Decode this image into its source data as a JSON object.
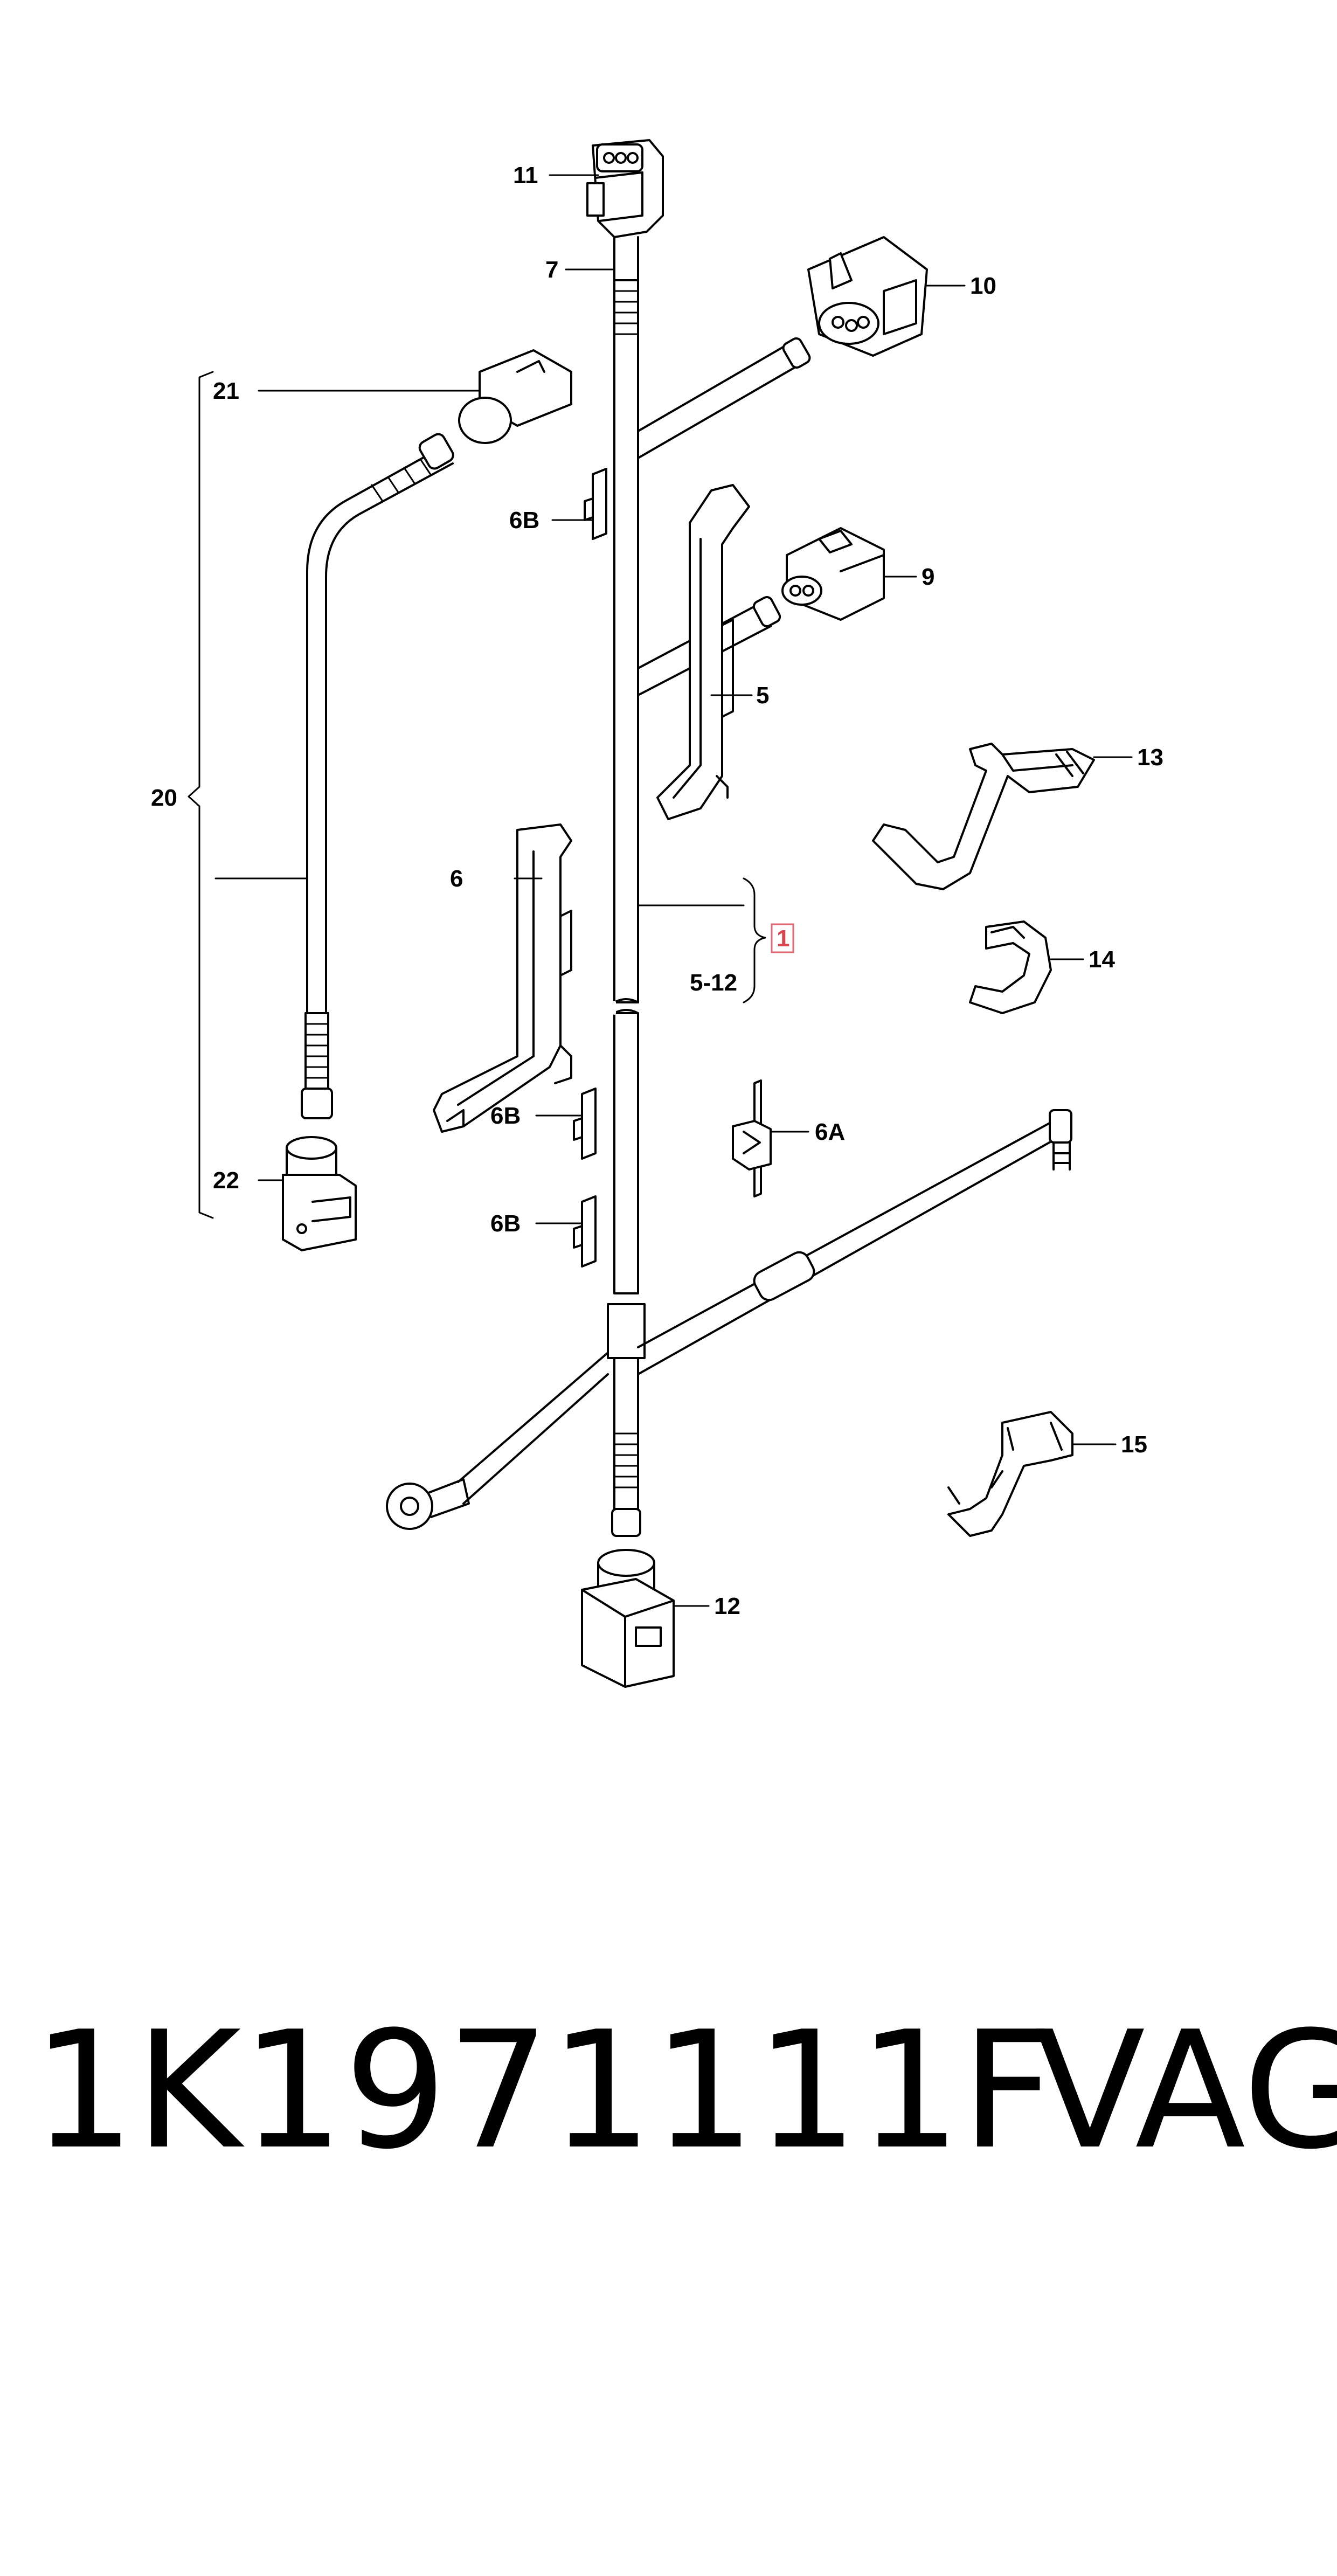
{
  "diagram": {
    "labels": {
      "l1": "1",
      "l5": "5",
      "l5_12": "5-12",
      "l6": "6",
      "l6a": "6A",
      "l6b_1": "6B",
      "l6b_2": "6B",
      "l6b_3": "6B",
      "l7": "7",
      "l9": "9",
      "l10": "10",
      "l11": "11",
      "l12": "12",
      "l13": "13",
      "l14": "14",
      "l15": "15",
      "l20": "20",
      "l21": "21",
      "l22": "22"
    },
    "highlight_color": "#e06a74"
  },
  "footer": {
    "part_number": "1K1971111F",
    "brand": "VAG"
  }
}
